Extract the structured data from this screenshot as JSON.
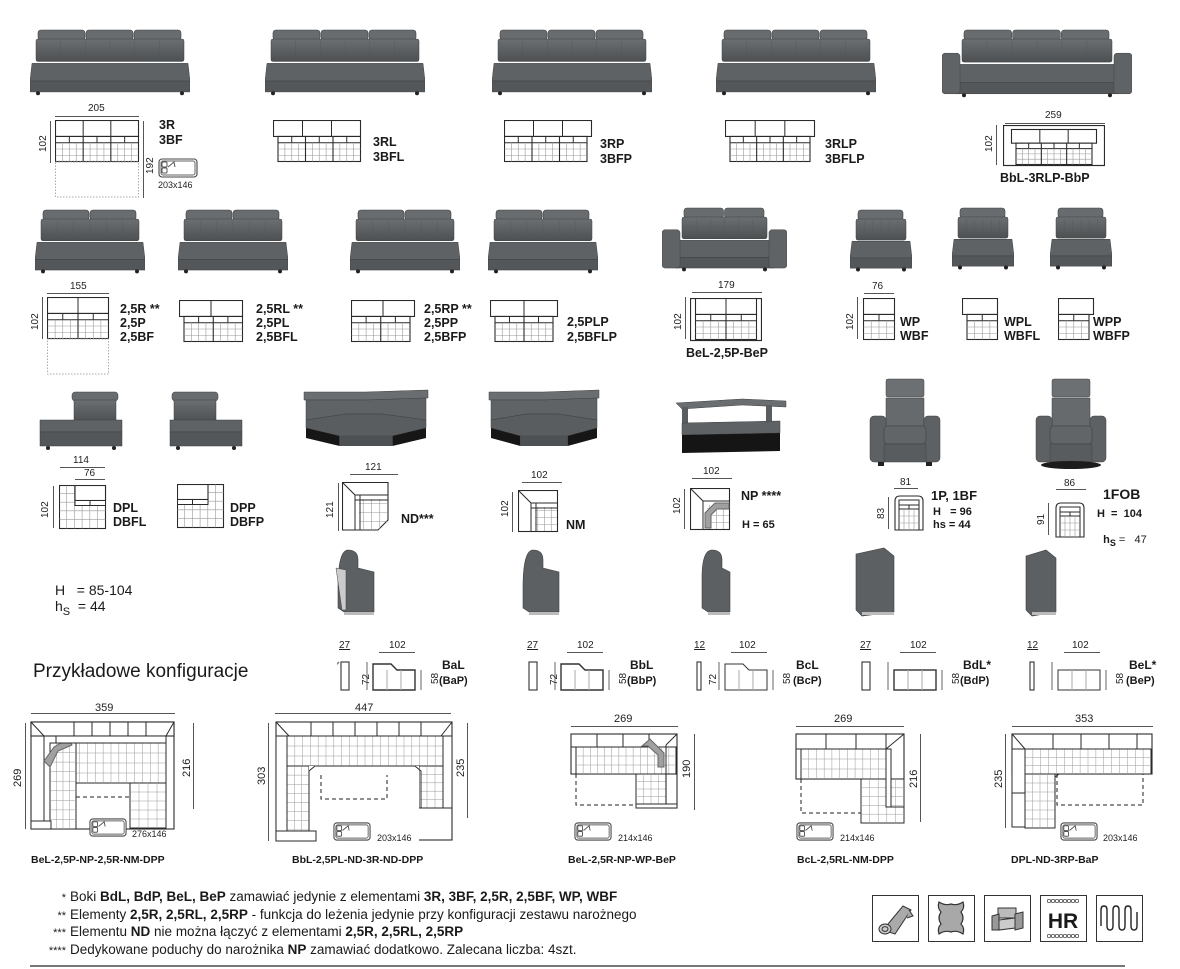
{
  "colors": {
    "upholstery": "#5d6062",
    "upholstery_dark": "#3e4042",
    "line": "#2a2a2a",
    "grid": "#9a9a9a",
    "cushion_grey": "#a0a0a0"
  },
  "modules_row1": [
    {
      "codes": [
        "3R",
        "3BF"
      ],
      "width": "205",
      "depth": "102",
      "open_depth": "192",
      "bed": "203x146"
    },
    {
      "codes": [
        "3RL",
        "3BFL"
      ]
    },
    {
      "codes": [
        "3RP",
        "3BFP"
      ]
    },
    {
      "codes": [
        "3RLP",
        "3BFLP"
      ]
    },
    {
      "codes": [
        "BbL-3RLP-BbP"
      ],
      "width": "259",
      "depth": "102"
    }
  ],
  "modules_row2": [
    {
      "codes": [
        "2,5R **",
        "2,5P",
        "2,5BF"
      ],
      "width": "155",
      "depth": "102"
    },
    {
      "codes": [
        "2,5RL **",
        "2,5PL",
        "2,5BFL"
      ]
    },
    {
      "codes": [
        "2,5RP **",
        "2,5PP",
        "2,5BFP"
      ]
    },
    {
      "codes": [
        "2,5PLP",
        "2,5BFLP"
      ]
    },
    {
      "codes": [
        "BeL-2,5P-BeP"
      ],
      "width": "179",
      "depth": "102"
    },
    {
      "codes": [
        "WP",
        "WBF"
      ],
      "width": "76",
      "depth": "102"
    },
    {
      "codes": [
        "WPL",
        "WBFL"
      ]
    },
    {
      "codes": [
        "WPP",
        "WBFP"
      ]
    }
  ],
  "modules_row3": [
    {
      "codes": [
        "DPL",
        "DBFL"
      ],
      "width": "114",
      "inner_width": "76",
      "depth": "102"
    },
    {
      "codes": [
        "DPP",
        "DBFP"
      ]
    },
    {
      "codes": [
        "ND***"
      ],
      "width": "121",
      "depth": "121"
    },
    {
      "codes": [
        "NM"
      ],
      "width": "102",
      "depth": "102"
    },
    {
      "codes": [
        "NP ****"
      ],
      "width": "102",
      "depth": "102",
      "extra": "H = 65"
    },
    {
      "codes": [
        "1P, 1BF"
      ],
      "width": "81",
      "depth": "83",
      "h_line": "H   = 96",
      "hs_line": "hs = 44"
    },
    {
      "codes": [
        "1FOB"
      ],
      "width": "86",
      "depth": "91",
      "h_line": "H  =  104",
      "hs_label": "h",
      "hs_sub": "S",
      "hs_value": " =   47"
    }
  ],
  "height_info": {
    "h_label": "H",
    "h_value": "= 85-104",
    "hs_label": "h",
    "hs_sub": "S",
    "hs_value": "= 44"
  },
  "section_title": "Przykładowe konfiguracje",
  "armrests": [
    {
      "code": "BaL",
      "alt": "(BaP)",
      "thickness": "27",
      "length": "102",
      "height": "72",
      "seat": "58"
    },
    {
      "code": "BbL",
      "alt": "(BbP)",
      "thickness": "27",
      "length": "102",
      "height": "72",
      "seat": "58"
    },
    {
      "code": "BcL",
      "alt": "(BcP)",
      "thickness": "12",
      "length": "102",
      "height": "72",
      "seat": "58"
    },
    {
      "code": "BdL*",
      "alt": "(BdP)",
      "thickness": "27",
      "length": "102",
      "seat": "58"
    },
    {
      "code": "BeL*",
      "alt": "(BeP)",
      "thickness": "12",
      "length": "102",
      "seat": "58"
    }
  ],
  "configurations": [
    {
      "name": "BeL-2,5P-NP-2,5R-NM-DPP",
      "width": "359",
      "left_depth": "269",
      "right_depth": "216",
      "bed": "276x146"
    },
    {
      "name": "BbL-2,5PL-ND-3R-ND-DPP",
      "width": "447",
      "left_depth": "303",
      "right_depth": "235",
      "bed": "203x146"
    },
    {
      "name": "BeL-2,5R-NP-WP-BeP",
      "width": "269",
      "right_depth": "190",
      "bed": "214x146"
    },
    {
      "name": "BcL-2,5RL-NM-DPP",
      "width": "269",
      "right_depth": "216",
      "bed": "214x146"
    },
    {
      "name": "DPL-ND-3RP-BaP",
      "width": "353",
      "left_depth": "235",
      "bed": "203x146"
    }
  ],
  "notes": [
    {
      "mark": "*",
      "parts": [
        [
          "Boki ",
          false
        ],
        [
          "BdL, BdP, BeL, BeP",
          true
        ],
        [
          " zamawiać jedynie z elementami ",
          false
        ],
        [
          "3R, 3BF, 2,5R, 2,5BF, WP, WBF",
          true
        ]
      ]
    },
    {
      "mark": "**",
      "parts": [
        [
          "Elementy ",
          false
        ],
        [
          "2,5R, 2,5RL, 2,5RP",
          true
        ],
        [
          " - funkcja do leżenia jedynie przy konfiguracji zestawu narożnego",
          false
        ]
      ]
    },
    {
      "mark": "***",
      "parts": [
        [
          "Elementu ",
          false
        ],
        [
          "ND",
          true
        ],
        [
          " nie można łączyć z elementami ",
          false
        ],
        [
          "2,5R, 2,5RL, 2,5RP",
          true
        ]
      ]
    },
    {
      "mark": "****",
      "parts": [
        [
          "Dedykowane poduchy do narożnika ",
          false
        ],
        [
          "NP",
          true
        ],
        [
          " zamawiać dodatkowo. Zalecana liczba: 4szt.",
          false
        ]
      ]
    }
  ],
  "feature_icons": [
    {
      "icon": "fabric-roll-icon"
    },
    {
      "icon": "leather-hide-icon"
    },
    {
      "icon": "armchair-icon"
    },
    {
      "icon": "hr-foam-icon",
      "text": "HR"
    },
    {
      "icon": "wavy-spring-icon"
    }
  ]
}
